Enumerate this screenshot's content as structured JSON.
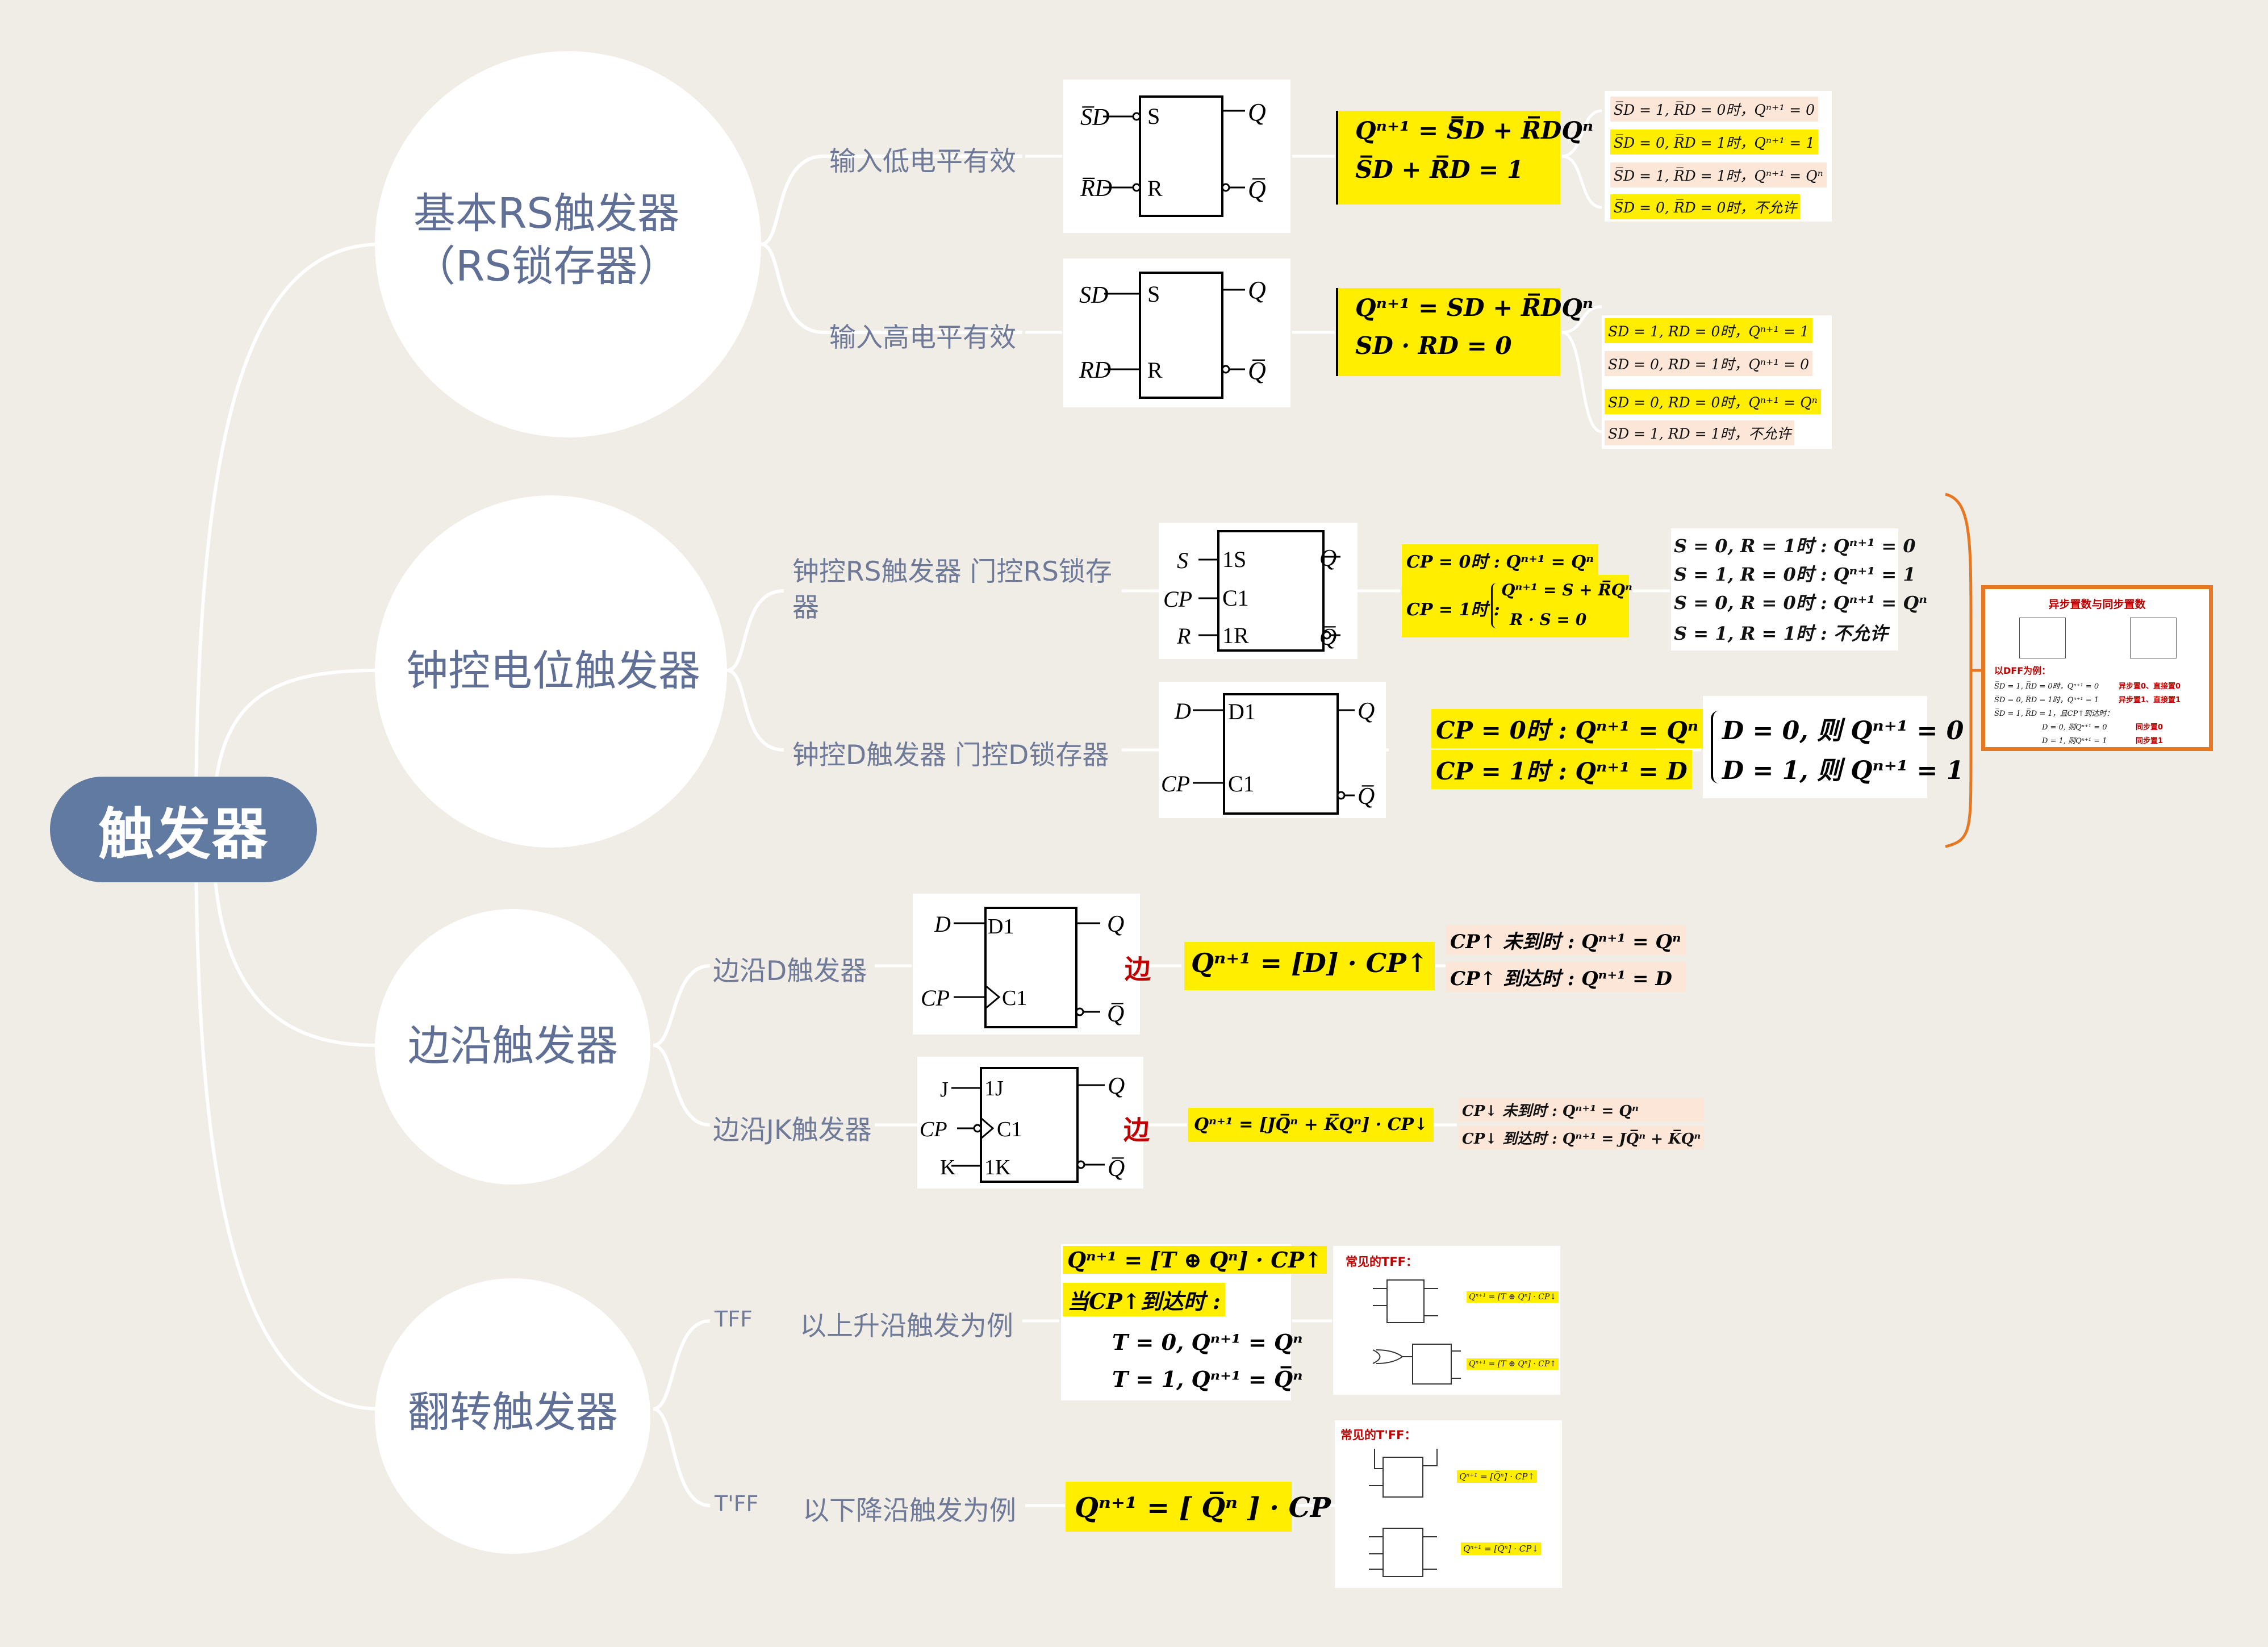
{
  "root": {
    "label": "触发器"
  },
  "branches": {
    "basic_rs": {
      "title": "基本RS触发器 （RS锁存器）",
      "low": {
        "label": "输入低电平有效",
        "gate": {
          "in1": "S̅D",
          "in2": "R̅D",
          "p1": "S",
          "p2": "R",
          "out1": "Q",
          "out2": "Q̅"
        },
        "formula": [
          "Qⁿ⁺¹ = S̿D + R̅DQⁿ",
          "S̅D + R̅D = 1"
        ],
        "cases": [
          "S̅D = 1, R̅D = 0时，Qⁿ⁺¹ = 0",
          "S̅D = 0, R̅D = 1时，Qⁿ⁺¹ = 1",
          "S̅D = 1, R̅D = 1时，Qⁿ⁺¹ = Qⁿ",
          "S̅D = 0, R̅D = 0时，不允许"
        ]
      },
      "high": {
        "label": "输入高电平有效",
        "gate": {
          "in1": "SD",
          "in2": "RD",
          "p1": "S",
          "p2": "R",
          "out1": "Q",
          "out2": "Q̅"
        },
        "formula": [
          "Qⁿ⁺¹ = SD + R̅DQⁿ",
          "SD · RD = 0"
        ],
        "cases": [
          "SD = 1, RD = 0时，Qⁿ⁺¹ = 1",
          "SD = 0, RD = 1时，Qⁿ⁺¹ = 0",
          "SD = 0, RD = 0时，Qⁿ⁺¹ = Qⁿ",
          "SD = 1, RD = 1时，不允许"
        ]
      }
    },
    "clocked": {
      "title": "钟控电位触发器",
      "rs": {
        "label": "钟控RS触发器 门控RS锁存器",
        "gate": {
          "in1": "S",
          "in2": "CP",
          "in3": "R",
          "p1": "1S",
          "p2": "C1",
          "p3": "1R",
          "out1": "Q",
          "out2": "Q̅"
        },
        "formula": [
          "CP = 0时 : Qⁿ⁺¹ = Qⁿ",
          "CP = 1时 :",
          "Qⁿ⁺¹ = S + R̅Qⁿ",
          "R · S = 0"
        ],
        "cases": [
          "S = 0, R = 1时 : Qⁿ⁺¹ = 0",
          "S = 1, R = 0时 : Qⁿ⁺¹ = 1",
          "S = 0, R = 0时 : Qⁿ⁺¹ = Qⁿ",
          "S = 1, R = 1时 : 不允许"
        ]
      },
      "d": {
        "label": "钟控D触发器 门控D锁存器",
        "gate": {
          "in1": "D",
          "in2": "CP",
          "p1": "D1",
          "p2": "C1",
          "out1": "Q",
          "out2": "Q̅"
        },
        "formula": [
          "CP = 0时 : Qⁿ⁺¹ = Qⁿ",
          "CP = 1时 : Qⁿ⁺¹ = D"
        ],
        "cases": [
          "D = 0, 则 Qⁿ⁺¹ = 0",
          "D = 1, 则 Qⁿ⁺¹ = 1"
        ]
      },
      "side_note": {
        "title": "异步置数与同步置数",
        "example": "以DFF为例：",
        "rows": [
          "S̅D = 1, R̅D = 0时，Qⁿ⁺¹ = 0",
          "S̅D = 0, R̅D = 1时，Qⁿ⁺¹ = 1",
          "S̅D = 1, R̅D = 1，且CP↑到达时：",
          "D = 0, 则Qⁿ⁺¹ = 0",
          "D = 1, 则Qⁿ⁺¹ = 1"
        ],
        "tags": [
          "异步置0、直接置0",
          "异步置1、直接置1",
          "同步置0",
          "同步置1"
        ]
      }
    },
    "edge": {
      "title": "边沿触发器",
      "d": {
        "label": "边沿D触发器",
        "gate": {
          "in1": "D",
          "in2": "CP",
          "p1": "D1",
          "p2": "C1",
          "out1": "Q",
          "out2": "Q̅"
        },
        "mark": "边",
        "formula": "Qⁿ⁺¹ = [D] · CP↑",
        "cases": [
          "CP↑ 未到时 : Qⁿ⁺¹ = Qⁿ",
          "CP↑ 到达时 : Qⁿ⁺¹ = D"
        ]
      },
      "jk": {
        "label": "边沿JK触发器",
        "gate": {
          "in1": "J",
          "in2": "CP",
          "in3": "K",
          "p1": "1J",
          "p2": "C1",
          "p3": "1K",
          "out1": "Q",
          "out2": "Q̅"
        },
        "mark": "边",
        "formula": "Qⁿ⁺¹ = [JQ̅ⁿ + K̅Qⁿ] · CP↓",
        "cases": [
          "CP↓ 未到时 : Qⁿ⁺¹ = Qⁿ",
          "CP↓ 到达时 : Qⁿ⁺¹ = JQ̅ⁿ + K̅Qⁿ"
        ]
      }
    },
    "toggle": {
      "title": "翻转触发器",
      "tff": {
        "tag": "TFF",
        "label": "以上升沿触发为例",
        "formula": [
          "Qⁿ⁺¹ = [T ⊕ Qⁿ] · CP↑",
          "当CP↑到达时 :",
          "T = 0, Qⁿ⁺¹ = Qⁿ",
          "T = 1, Qⁿ⁺¹ = Q̅ⁿ"
        ],
        "common": {
          "title": "常见的TFF：",
          "f1": "Qⁿ⁺¹ = [T ⊕ Qⁿ] · CP↓",
          "f2": "Qⁿ⁺¹ = [T ⊕ Qⁿ] · CP↑"
        }
      },
      "t2ff": {
        "tag": "T'FF",
        "label": "以下降沿触发为例",
        "formula": "Qⁿ⁺¹ = [ Q̅ⁿ ] · CP↓",
        "common": {
          "title": "常见的T'FF：",
          "f1": "Qⁿ⁺¹ = [Q̅ⁿ] · CP↑",
          "f2": "Qⁿ⁺¹ = [Q̅ⁿ] · CP↓"
        }
      }
    }
  },
  "colors": {
    "background": "#f0ece6",
    "root": "#617aa1",
    "branch_text": "#5f6f95",
    "line": "#ffffff",
    "highlight": "#ffee00",
    "peach": "#fce6d8",
    "accent": "#e87722",
    "red": "#c00000"
  }
}
